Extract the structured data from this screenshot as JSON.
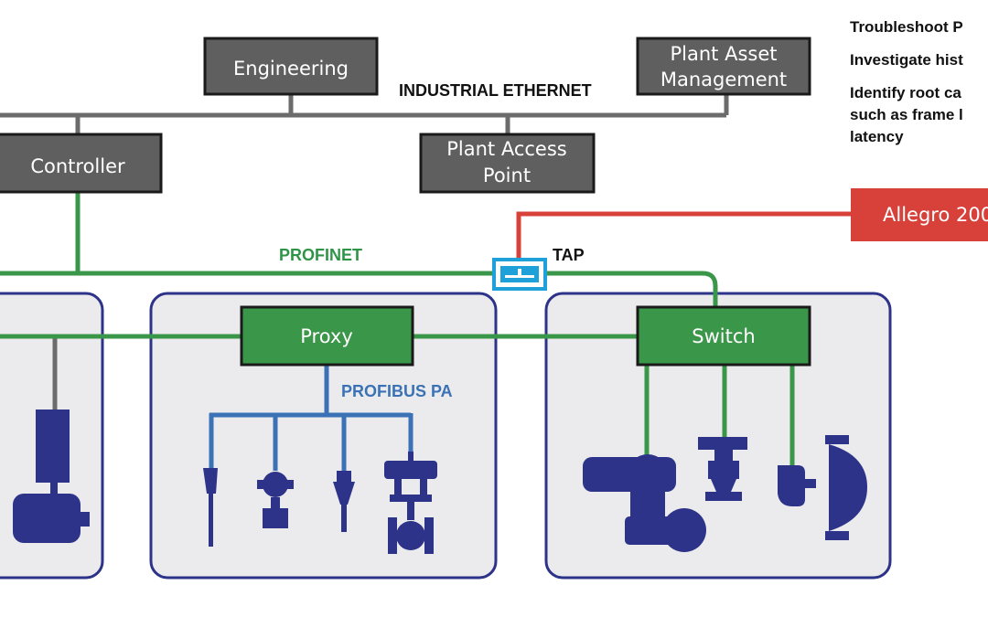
{
  "colors": {
    "gray_box": "#5f5f5f",
    "green": "#3a9648",
    "blue": "#3b72b5",
    "red": "#d8403a",
    "navy": "#2c3388",
    "zone_fill": "#ebebee",
    "tap_blue": "#1ea0d8"
  },
  "diagram": {
    "network_labels": {
      "ethernet": "INDUSTRIAL ETHERNET",
      "profinet": "PROFINET",
      "tap": "TAP",
      "profibus": "PROFIBUS PA"
    },
    "boxes": {
      "engineering": "Engineering",
      "plant_asset_management": [
        "Plant Asset",
        "Management"
      ],
      "plant_access_point": [
        "Plant Access",
        "Point"
      ],
      "controller": "Controller",
      "proxy": "Proxy",
      "switch": "Switch",
      "allegro": "Allegro 200"
    },
    "devices": [
      "motor-icon",
      "sensor-probe-icon",
      "flow-meter-icon",
      "transmitter-icon",
      "control-valve-icon",
      "robot-arm-icon",
      "pump-icon",
      "centrifugal-pump-icon"
    ]
  },
  "side_panel": {
    "items": [
      "Troubleshoot P",
      "Investigate hist",
      "Identify root ca",
      "such as frame l",
      "latency"
    ]
  }
}
